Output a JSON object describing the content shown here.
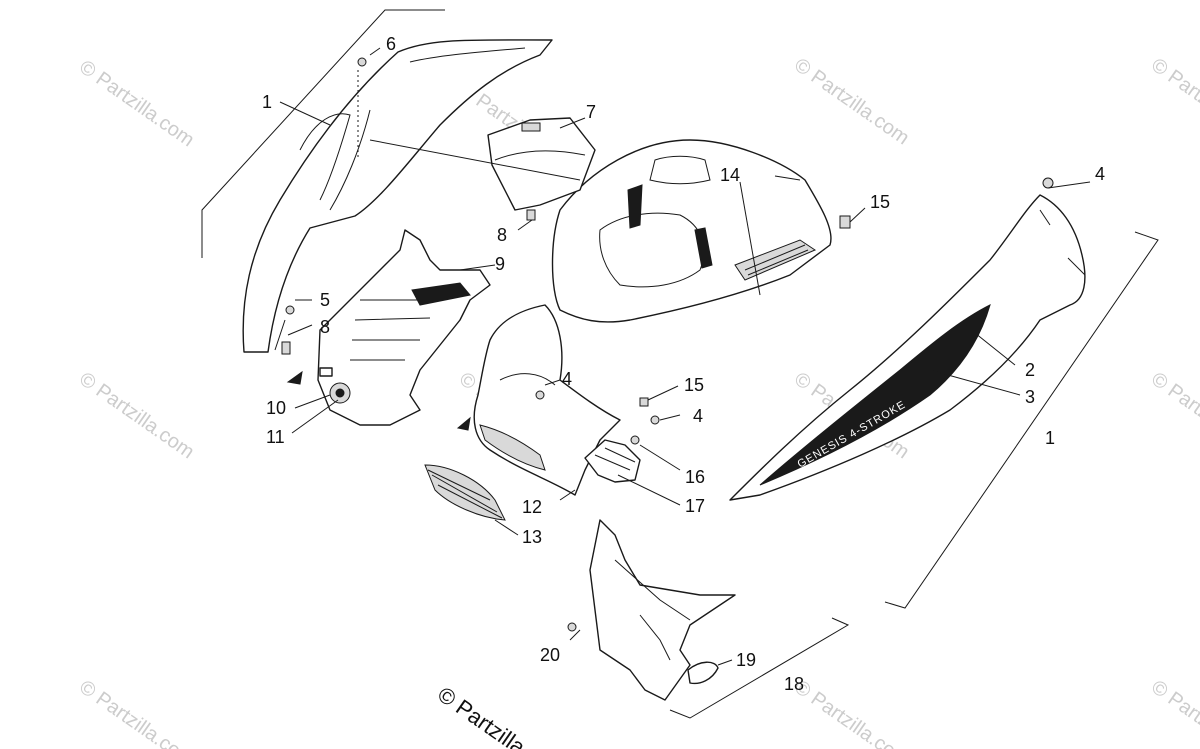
{
  "watermark": {
    "text": "© Partzilla.com",
    "color": "#cccccc"
  },
  "copyright": "© Partzilla",
  "decal": {
    "text": "GENESIS 4-STROKE"
  },
  "callouts": {
    "c1a": "1",
    "c1b": "1",
    "c2": "2",
    "c3": "3",
    "c4a": "4",
    "c4b": "4",
    "c4c": "4",
    "c5": "5",
    "c6": "6",
    "c7": "7",
    "c8a": "8",
    "c8b": "8",
    "c9": "9",
    "c10": "10",
    "c11": "11",
    "c12": "12",
    "c13": "13",
    "c14": "14",
    "c15a": "15",
    "c15b": "15",
    "c16": "16",
    "c17": "17",
    "c18": "18",
    "c19": "19",
    "c20": "20"
  }
}
